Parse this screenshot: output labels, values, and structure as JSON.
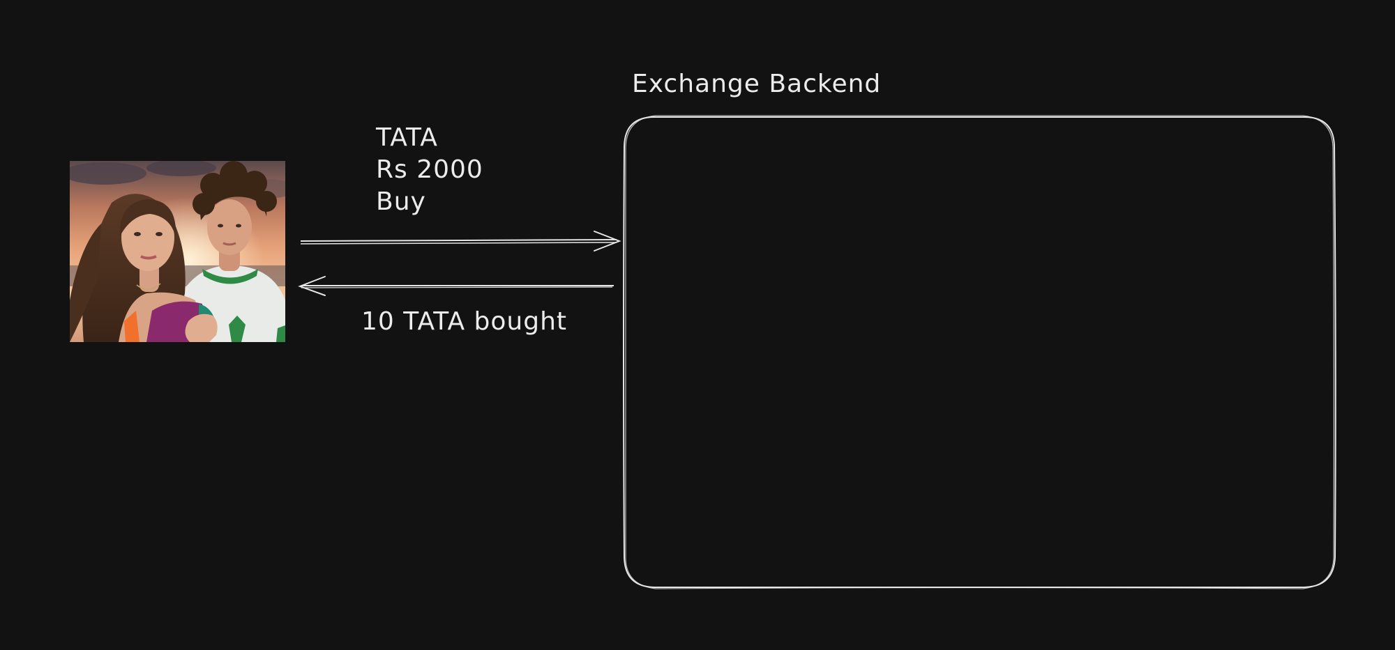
{
  "diagram": {
    "backend": {
      "title": "Exchange Backend"
    },
    "request": {
      "lines": [
        "TATA",
        "Rs 2000",
        "Buy"
      ]
    },
    "response": {
      "text": "10 TATA bought"
    },
    "user": {
      "image": "photo of two people at sunset"
    },
    "colors": {
      "background": "#121212",
      "stroke": "#e6e6e6",
      "text": "#ececec"
    }
  }
}
